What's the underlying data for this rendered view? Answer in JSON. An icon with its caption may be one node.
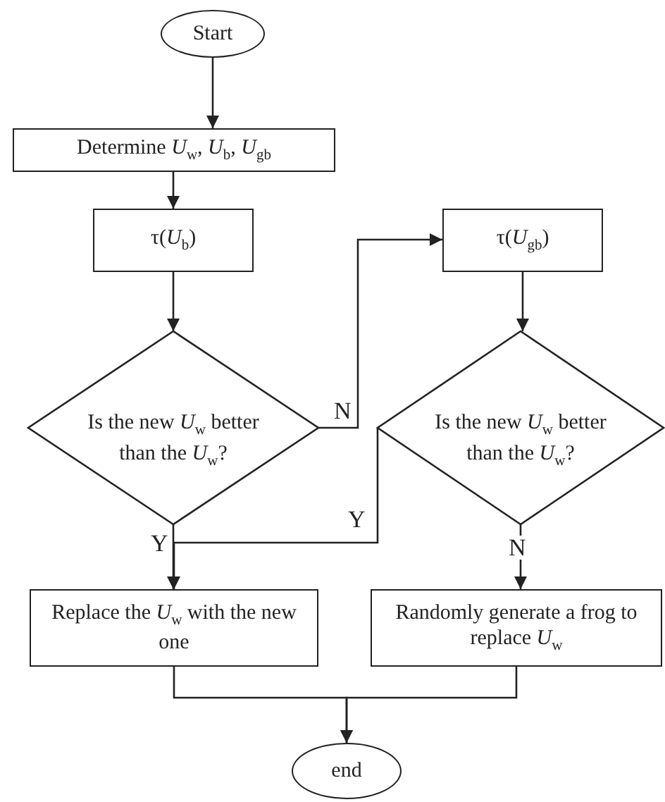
{
  "diagram": {
    "nodes": [
      {
        "text": [
          "Start"
        ]
      },
      {
        "text": [
          "Determine *U*$_{w}$, *U*$_{b}$, *U*$_{gb}$"
        ]
      },
      {
        "text": [
          "τ(*U*$_{b}$)"
        ]
      },
      {
        "text": [
          "Is the new *U*$_{w}$ better than the *U*$_{w}$?"
        ]
      },
      {
        "text": [
          "τ(*U*$_{gb}$)"
        ]
      },
      {
        "text": [
          "Is the new *U*$_{w}$ better than the *U*$_{w}$?"
        ]
      },
      {
        "text": [
          "Replace the *U*$_{w}$ with the new one"
        ]
      },
      {
        "text": [
          "Randomly generate a frog to replace *U*$_{w}$"
        ]
      },
      {
        "text": [
          "end"
        ]
      }
    ],
    "edges": [
      {
        "from": 0,
        "to": 1,
        "arrow": "to"
      },
      {
        "from": 1,
        "to": 2,
        "arrow": "to"
      },
      {
        "from": 2,
        "to": 3,
        "arrow": "to"
      },
      {
        "from": 3,
        "to": 4,
        "arrow": "to",
        "label": "N"
      },
      {
        "from": 4,
        "to": 5,
        "arrow": "to"
      },
      {
        "from": 3,
        "to": 6,
        "arrow": "to",
        "label": "Y"
      },
      {
        "from": 5,
        "to": 6,
        "arrow": "to",
        "label": "Y"
      },
      {
        "from": 5,
        "to": 7,
        "arrow": "to",
        "label": "N"
      },
      {
        "from": 6,
        "to": 8,
        "arrow": "to"
      },
      {
        "from": 7,
        "to": 8,
        "arrow": "to"
      }
    ]
  }
}
